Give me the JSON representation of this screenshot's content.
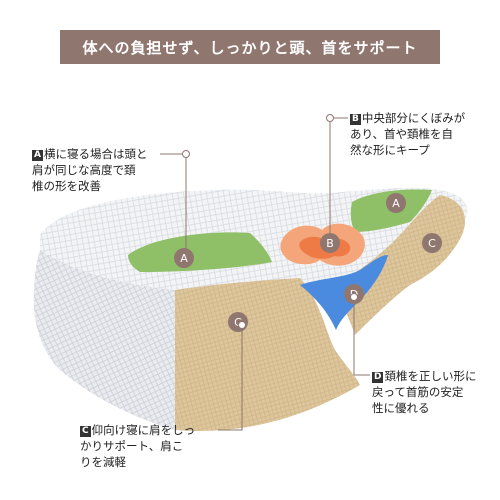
{
  "banner": {
    "text": "体への負担せず、しっかりと頭、首をサポート"
  },
  "zones": {
    "a": "A",
    "b": "B",
    "c": "C",
    "d": "D"
  },
  "callouts": {
    "a": {
      "tag": "A",
      "lines": [
        "横に寝る場合は頭と",
        "肩が同じな高度で頚",
        "椎の形を改善"
      ]
    },
    "b": {
      "tag": "B",
      "lines": [
        "中央部分にくぼみが",
        "あり、首や頚椎を自",
        "然な形にキープ"
      ]
    },
    "c": {
      "tag": "C",
      "lines": [
        "仰向け寝に肩をしっ",
        "かりサポート、肩こ",
        "りを減軽"
      ]
    },
    "d": {
      "tag": "D",
      "lines": [
        "頚椎を正しい形に",
        "戻って首筋の安定",
        "性に優れる"
      ]
    }
  },
  "colors": {
    "banner": "#8f7770",
    "green": "#8fbf66",
    "tan": "#ddc59c",
    "orange": "#f08a55",
    "blue": "#4a8be0",
    "badge": "#8f7770"
  }
}
